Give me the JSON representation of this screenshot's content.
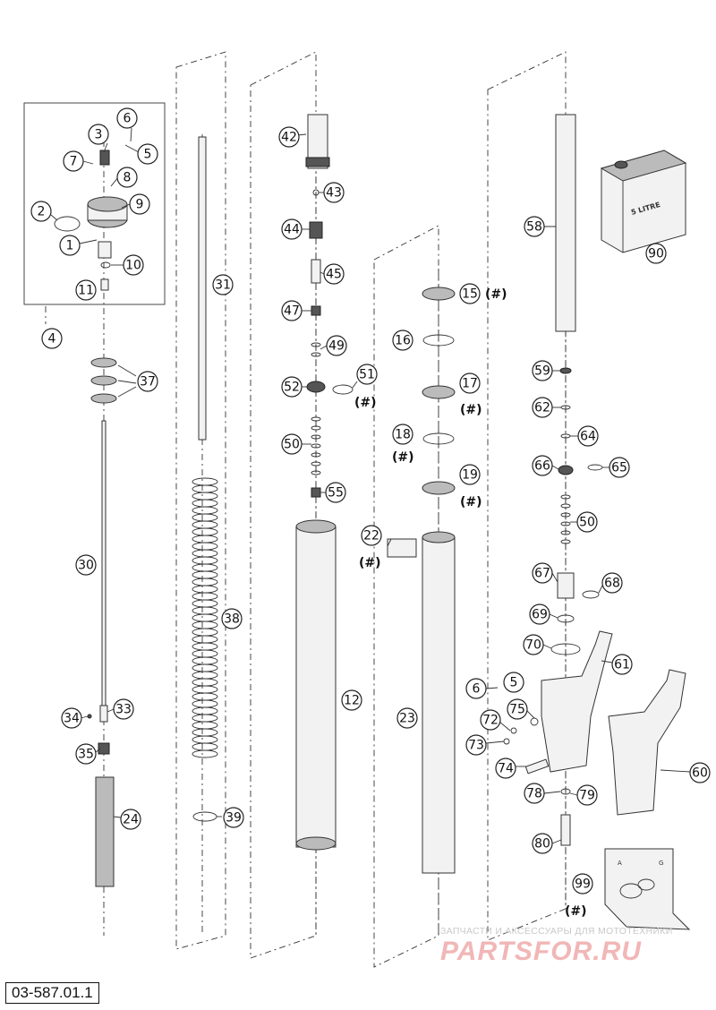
{
  "drawing_code": "03-587.01.1",
  "watermark": {
    "tagline": "ЗАПЧАСТИ И АКСЕССУАРЫ ДЛЯ МОТОТЕХНИКИ",
    "logo": "PARTSFOR.RU"
  },
  "can_label": "5 LITRE",
  "kit_letters": [
    "A",
    "G"
  ],
  "hash_marker": "(#)",
  "callouts": [
    {
      "n": "6"
    },
    {
      "n": "3"
    },
    {
      "n": "5"
    },
    {
      "n": "7"
    },
    {
      "n": "8"
    },
    {
      "n": "9"
    },
    {
      "n": "2"
    },
    {
      "n": "1"
    },
    {
      "n": "10"
    },
    {
      "n": "11"
    },
    {
      "n": "4"
    },
    {
      "n": "37"
    },
    {
      "n": "30"
    },
    {
      "n": "33"
    },
    {
      "n": "34"
    },
    {
      "n": "35"
    },
    {
      "n": "24"
    },
    {
      "n": "31"
    },
    {
      "n": "38"
    },
    {
      "n": "39"
    },
    {
      "n": "42"
    },
    {
      "n": "43"
    },
    {
      "n": "44"
    },
    {
      "n": "45"
    },
    {
      "n": "47"
    },
    {
      "n": "49"
    },
    {
      "n": "52"
    },
    {
      "n": "51"
    },
    {
      "n": "50"
    },
    {
      "n": "55"
    },
    {
      "n": "12"
    },
    {
      "n": "15"
    },
    {
      "n": "16"
    },
    {
      "n": "17"
    },
    {
      "n": "18"
    },
    {
      "n": "19"
    },
    {
      "n": "22"
    },
    {
      "n": "23"
    },
    {
      "n": "58"
    },
    {
      "n": "90"
    },
    {
      "n": "59"
    },
    {
      "n": "62"
    },
    {
      "n": "64"
    },
    {
      "n": "66"
    },
    {
      "n": "65"
    },
    {
      "n": "50"
    },
    {
      "n": "67"
    },
    {
      "n": "68"
    },
    {
      "n": "69"
    },
    {
      "n": "70"
    },
    {
      "n": "61"
    },
    {
      "n": "6"
    },
    {
      "n": "5"
    },
    {
      "n": "72"
    },
    {
      "n": "75"
    },
    {
      "n": "73"
    },
    {
      "n": "74"
    },
    {
      "n": "78"
    },
    {
      "n": "79"
    },
    {
      "n": "60"
    },
    {
      "n": "80"
    },
    {
      "n": "99"
    }
  ]
}
